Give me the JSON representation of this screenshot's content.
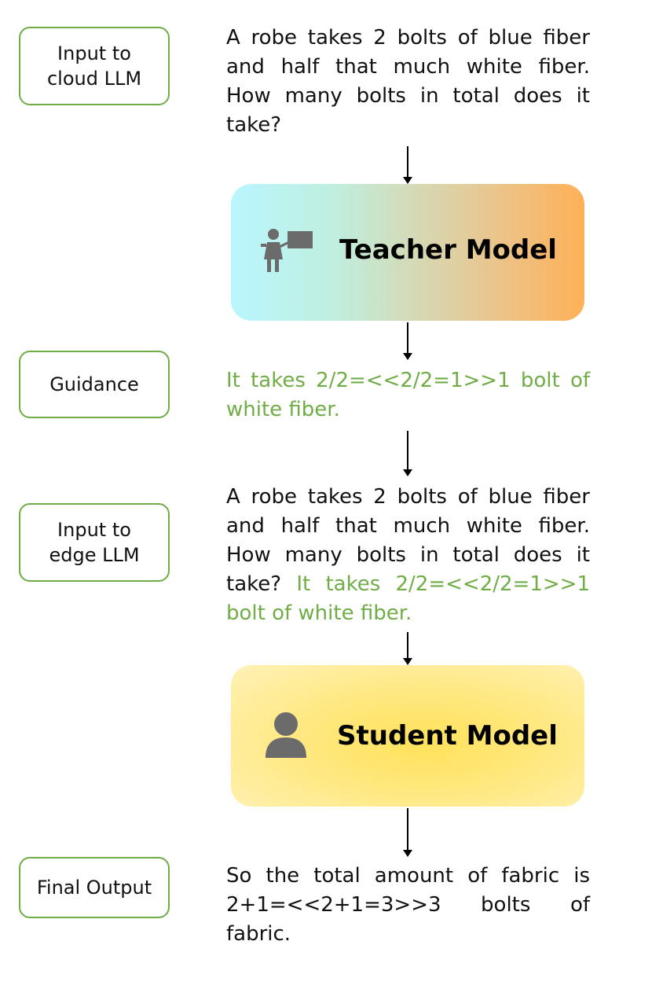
{
  "labels": {
    "input_cloud": "Input to\ncloud LLM",
    "guidance": "Guidance",
    "input_edge": "Input to\nedge LLM",
    "final_output": "Final Output"
  },
  "question": "A robe takes 2 bolts of blue fiber and half that much white fiber. How many bolts in total does it take?",
  "guidance_text": "It takes 2/2=<<2/2=1>>1 bolt of white fiber.",
  "edge_question": "A robe takes 2 bolts of blue fiber and half that much white fiber. How many bolts in total does it take?",
  "edge_guidance": "It takes 2/2=<<2/2=1>>1 bolt of white fiber.",
  "final_text": "So the total amount of fabric is 2+1=<<2+1=3>>3 bolts of fabric.",
  "teacher": {
    "title": "Teacher Model",
    "icon": "teacher-icon"
  },
  "student": {
    "title": "Student Model",
    "icon": "person-icon"
  },
  "colors": {
    "green": "#70ad47",
    "icon_gray": "#6b6b6b"
  }
}
